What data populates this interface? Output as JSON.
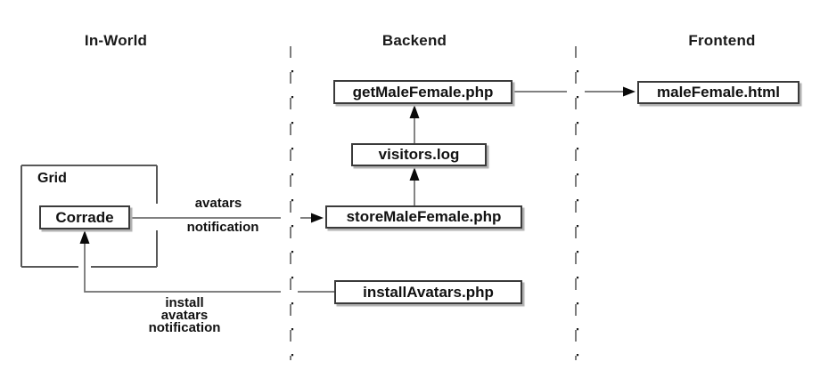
{
  "columns": [
    {
      "label": "In-World"
    },
    {
      "label": "Backend"
    },
    {
      "label": "Frontend"
    }
  ],
  "nodes": {
    "grid": "Grid",
    "corrade": "Corrade",
    "get_male_female": "getMaleFemale.php",
    "visitors_log": "visitors.log",
    "store_male_female": "storeMaleFemale.php",
    "install_avatars": "installAvatars.php",
    "male_female_html": "maleFemale.html"
  },
  "edge_labels": {
    "avatars_notification_line1": "avatars",
    "avatars_notification_line2": "notification",
    "install_line1": "install",
    "install_line2": "avatars",
    "install_line3": "notification"
  },
  "colors": {
    "connector": "#6e6e6e",
    "separator_dash": "#7d7d7d",
    "separator_dot": "#1a1a1a",
    "grid_border": "#585858",
    "arrow": "#0a0a0a",
    "node_border": "#3a3a3a",
    "text": "#111111"
  }
}
